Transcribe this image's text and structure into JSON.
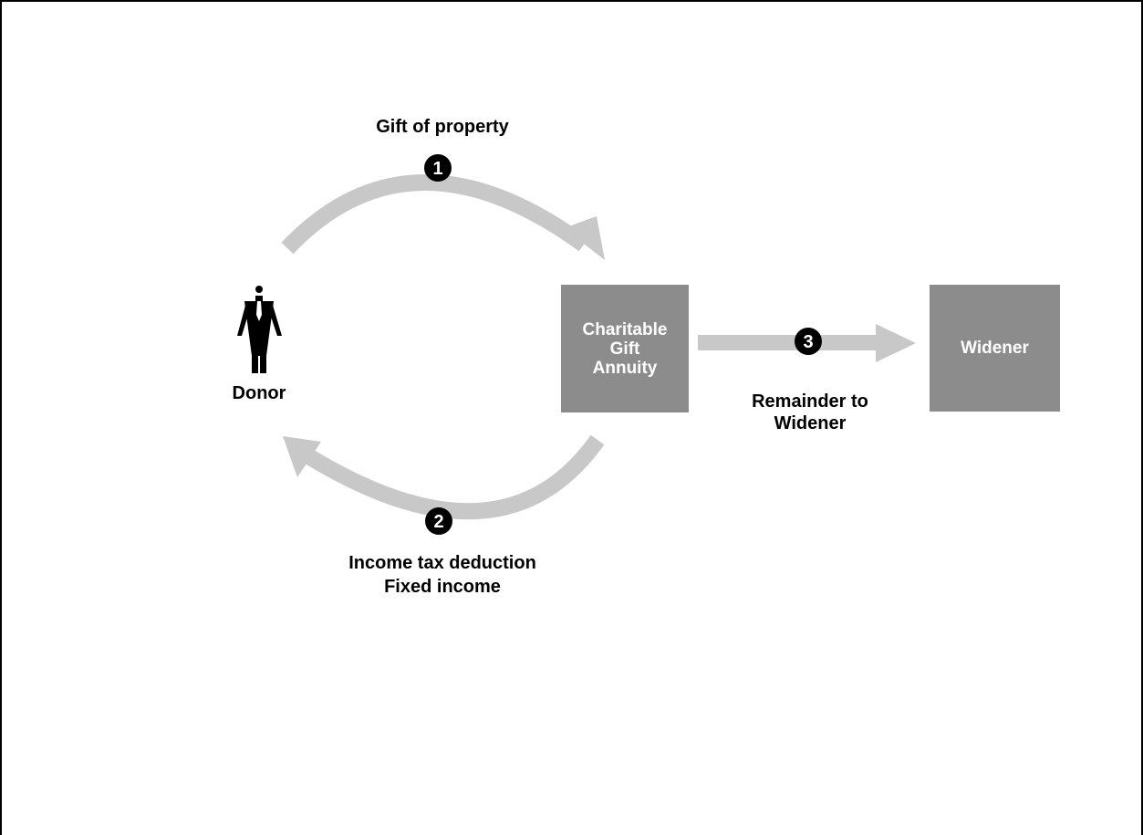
{
  "diagram": {
    "colors": {
      "arrow": "#c8c8c8",
      "box": "#8c8c8c",
      "box_text": "#ffffff",
      "text": "#000000",
      "badge": "#000000"
    },
    "donor": {
      "icon": "person-icon",
      "label": "Donor"
    },
    "annuity_box": {
      "lines": [
        "Charitable",
        "Gift",
        "Annuity"
      ]
    },
    "widener_box": {
      "label": "Widener"
    },
    "steps": [
      {
        "number": "1",
        "label_lines": [
          "Gift of property"
        ]
      },
      {
        "number": "2",
        "label_lines": [
          "Income tax deduction",
          "Fixed income"
        ]
      },
      {
        "number": "3",
        "label_lines": [
          "Remainder to",
          "Widener"
        ]
      }
    ]
  }
}
